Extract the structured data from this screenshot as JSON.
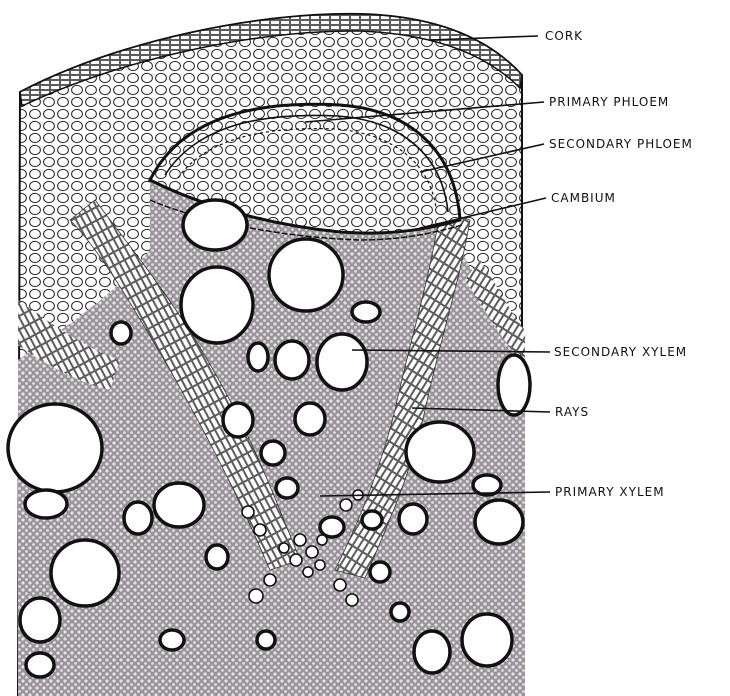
{
  "diagram": {
    "labels": {
      "cork": "CORK",
      "primary_phloem": "PRIMARY PHLOEM",
      "secondary_phloem": "SECONDARY PHLOEM",
      "cambium": "CAMBIUM",
      "secondary_xylem": "SECONDARY XYLEM",
      "rays": "RAYS",
      "primary_xylem": "PRIMARY XYLEM"
    },
    "colors": {
      "ink": "#111111",
      "paper": "#ffffff",
      "stipple": "#8f8a8f"
    }
  }
}
